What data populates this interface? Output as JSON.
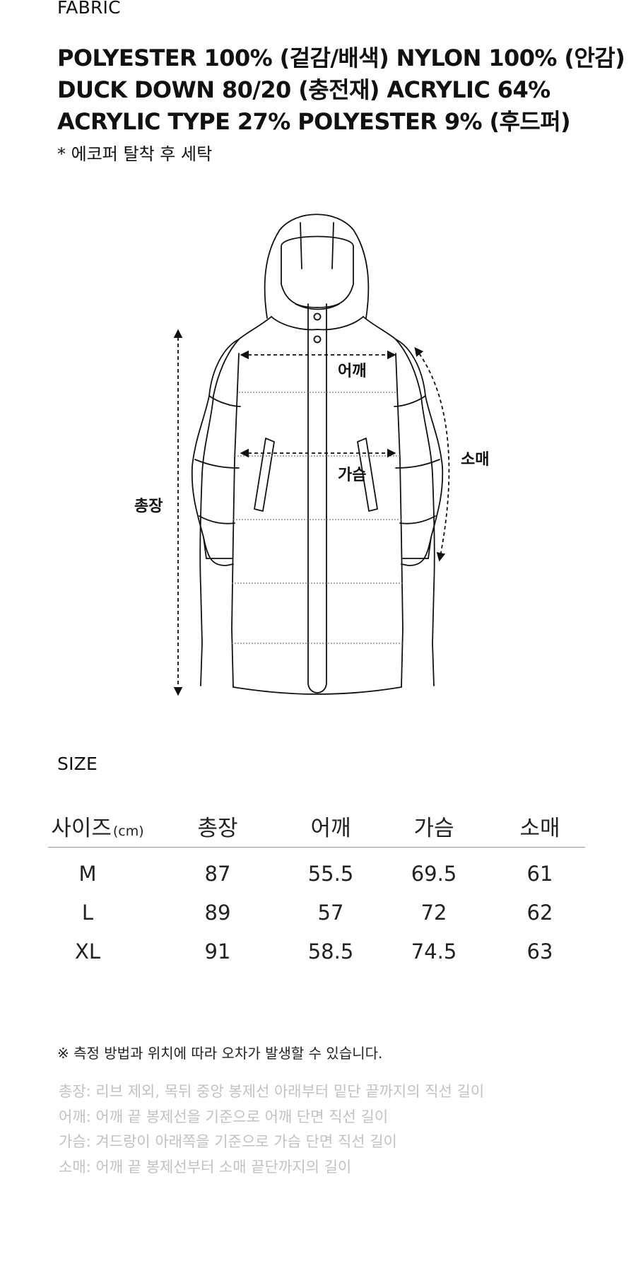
{
  "fabric": {
    "label": "FABRIC",
    "lines": [
      "POLYESTER 100% (겉감/배색) NYLON 100% (안감)",
      "DUCK DOWN 80/20 (충전재) ACRYLIC 64%",
      "ACRYLIC TYPE 27% POLYESTER 9% (후드퍼)"
    ],
    "care_note": "* 에코퍼 탈착 후 세탁"
  },
  "diagram": {
    "labels": {
      "shoulder": "어깨",
      "chest": "가슴",
      "sleeve": "소매",
      "total_length": "총장"
    }
  },
  "size": {
    "label": "SIZE",
    "headers": [
      "사이즈",
      "총장",
      "어깨",
      "가슴",
      "소매"
    ],
    "unit": "(cm)",
    "rows": [
      [
        "M",
        "87",
        "55.5",
        "69.5",
        "61"
      ],
      [
        "L",
        "89",
        "57",
        "72",
        "62"
      ],
      [
        "XL",
        "91",
        "58.5",
        "74.5",
        "63"
      ]
    ]
  },
  "notes": {
    "notice": "※ 측정 방법과 위치에 따라 오차가 발생할 수 있습니다.",
    "definitions": [
      "총장: 리브 제외, 목뒤 중앙 봉제선 아래부터 밑단 끝까지의 직선 길이",
      "어깨: 어깨 끝 봉제선을 기준으로 어깨 단면 직선 길이",
      "가슴: 겨드랑이 아래쪽을 기준으로 가슴 단면 직선 길이",
      "소매: 어깨 끝 봉제선부터 소매 끝단까지의 길이"
    ]
  },
  "colors": {
    "text": "#111111",
    "muted": "#c2c2c2",
    "rule": "#999999"
  }
}
